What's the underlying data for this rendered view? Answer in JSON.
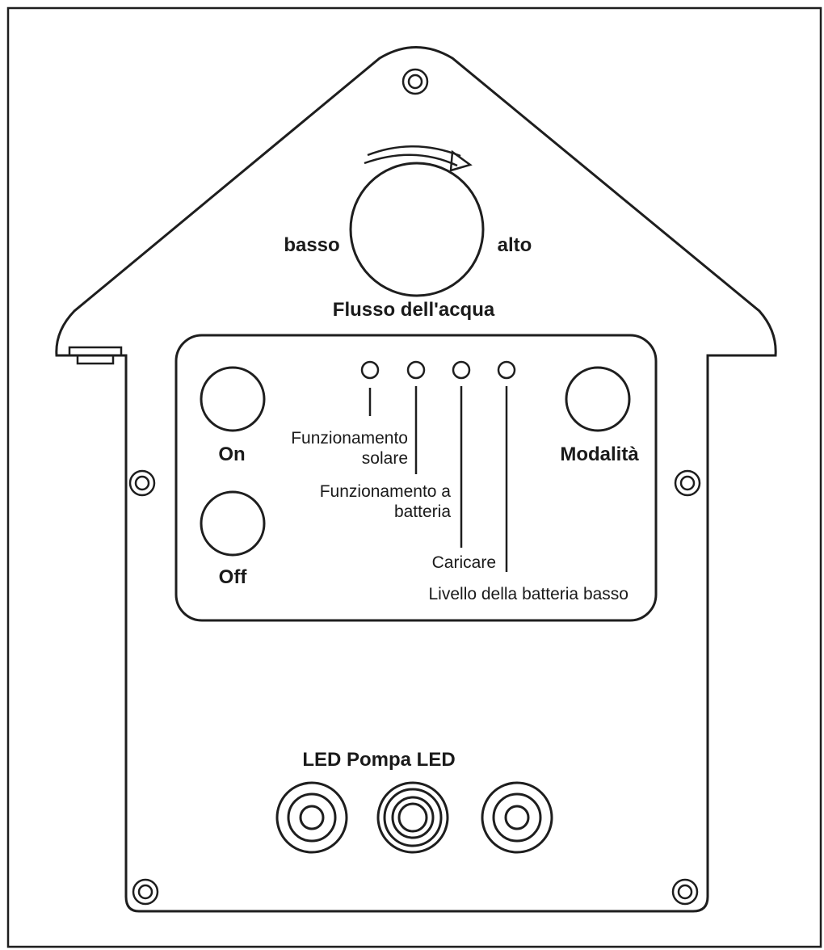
{
  "device_panel": {
    "flow_control": {
      "title": "Flusso dell'acqua",
      "low_label": "basso",
      "high_label": "alto"
    },
    "buttons": {
      "on_label": "On",
      "off_label": "Off",
      "mode_label": "Modalità"
    },
    "indicators": [
      {
        "line1": "Funzionamento",
        "line2": "solare"
      },
      {
        "line1": "Funzionamento a",
        "line2": "batteria"
      },
      {
        "line1": "Caricare",
        "line2": ""
      },
      {
        "line1": "Livello della batteria basso",
        "line2": ""
      }
    ],
    "connectors": {
      "title": "LED Pompa LED"
    }
  },
  "colors": {
    "outline": "#1e1e1e",
    "background": "#ffffff",
    "text": "#1a1a1a"
  }
}
